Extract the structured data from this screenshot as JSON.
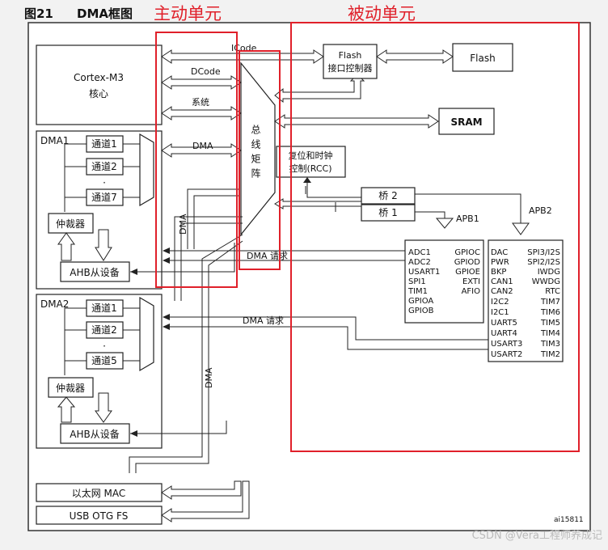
{
  "figure": {
    "label": "图21",
    "title": "DMA框图"
  },
  "annotations": {
    "master": "主动单元",
    "slave": "被动单元"
  },
  "cortex": {
    "name": "Cortex-M3",
    "sub": "核心"
  },
  "buses": {
    "icode": "ICode",
    "dcode": "DCode",
    "system": "系统",
    "dma": "DMA",
    "matrix": "总线矩阵"
  },
  "dma1": {
    "label": "DMA1",
    "ch1": "通道1",
    "ch2": "通道2",
    "ch7": "通道7",
    "arbiter": "仲裁器",
    "ahb": "AHB从设备"
  },
  "dma2": {
    "label": "DMA2",
    "ch1": "通道1",
    "ch2": "通道2",
    "ch5": "通道5",
    "arbiter": "仲裁器",
    "ahb": "AHB从设备"
  },
  "flash_ctrl": {
    "line1": "Flash",
    "line2": "接口控制器"
  },
  "flash": "Flash",
  "sram": "SRAM",
  "rcc": {
    "line1": "复位和时钟",
    "line2": "控制(RCC)"
  },
  "bridge2": "桥 2",
  "bridge1": "桥 1",
  "apb1": {
    "label": "APB1",
    "left": [
      "ADC1",
      "ADC2",
      "USART1",
      "SPI1",
      "TIM1",
      "GPIOA",
      "GPIOB"
    ],
    "right": [
      "GPIOC",
      "GPIOD",
      "GPIOE",
      "EXTI",
      "AFIO"
    ]
  },
  "apb2": {
    "label": "APB2",
    "left": [
      "DAC",
      "PWR",
      "BKP",
      "CAN1",
      "CAN2",
      "I2C2",
      "I2C1",
      "UART5",
      "UART4",
      "USART3",
      "USART2"
    ],
    "right": [
      "SPI3/I2S",
      "SPI2/I2S",
      "IWDG",
      "WWDG",
      "RTC",
      "TIM7",
      "TIM6",
      "TIM5",
      "TIM4",
      "TIM3",
      "TIM2"
    ]
  },
  "dma_request": "DMA 请求",
  "dma_vertical": "DMA",
  "ethernet": "以太网 MAC",
  "usb": "USB OTG FS",
  "figure_id": "ai15811",
  "watermark": "CSDN @Vera工程师养成记"
}
